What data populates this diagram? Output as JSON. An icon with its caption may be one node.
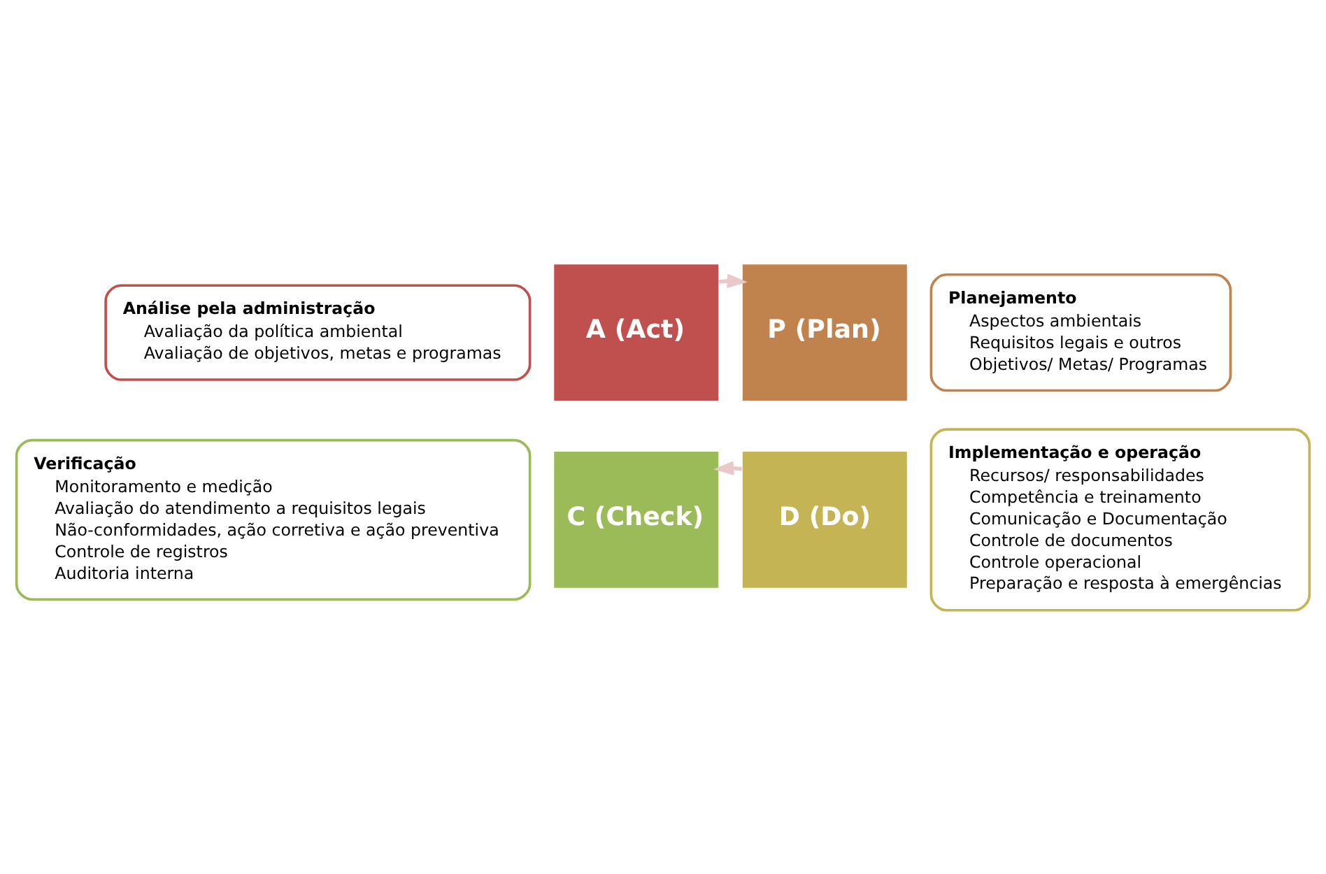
{
  "diagram": {
    "nodes": [
      {
        "text": [
          "Análise pela administração",
          "Avaliação da política ambiental",
          "Avaliação de objetivos, metas e programas"
        ]
      },
      {
        "text": [
          "Planejamento",
          "Aspectos ambientais",
          "Requisitos legais e outros",
          "Objetivos/ Metas/ Programas"
        ]
      },
      {
        "text": [
          "A (Act)"
        ]
      },
      {
        "text": [
          "P (Plan)"
        ]
      },
      {
        "text": [
          "C (Check)"
        ]
      },
      {
        "text": [
          "D (Do)"
        ]
      },
      {
        "text": [
          "Verificação",
          "Monitoramento e medição",
          "Avaliação do atendimento a requisitos legais",
          "Não-conformidades, ação corretiva e ação preventiva",
          "Controle de registros",
          "Auditoria interna"
        ]
      },
      {
        "text": [
          "Implementação e operação",
          "Recursos/ responsabilidades",
          "Competência e treinamento",
          "Comunicação e Documentação",
          "Controle de documentos",
          "Controle operacional",
          "Preparação e resposta à emergências"
        ]
      }
    ],
    "edges": [
      {
        "from": 2,
        "to": 3,
        "arrow": "to"
      },
      {
        "from": 5,
        "to": 4,
        "arrow": "to"
      }
    ]
  }
}
